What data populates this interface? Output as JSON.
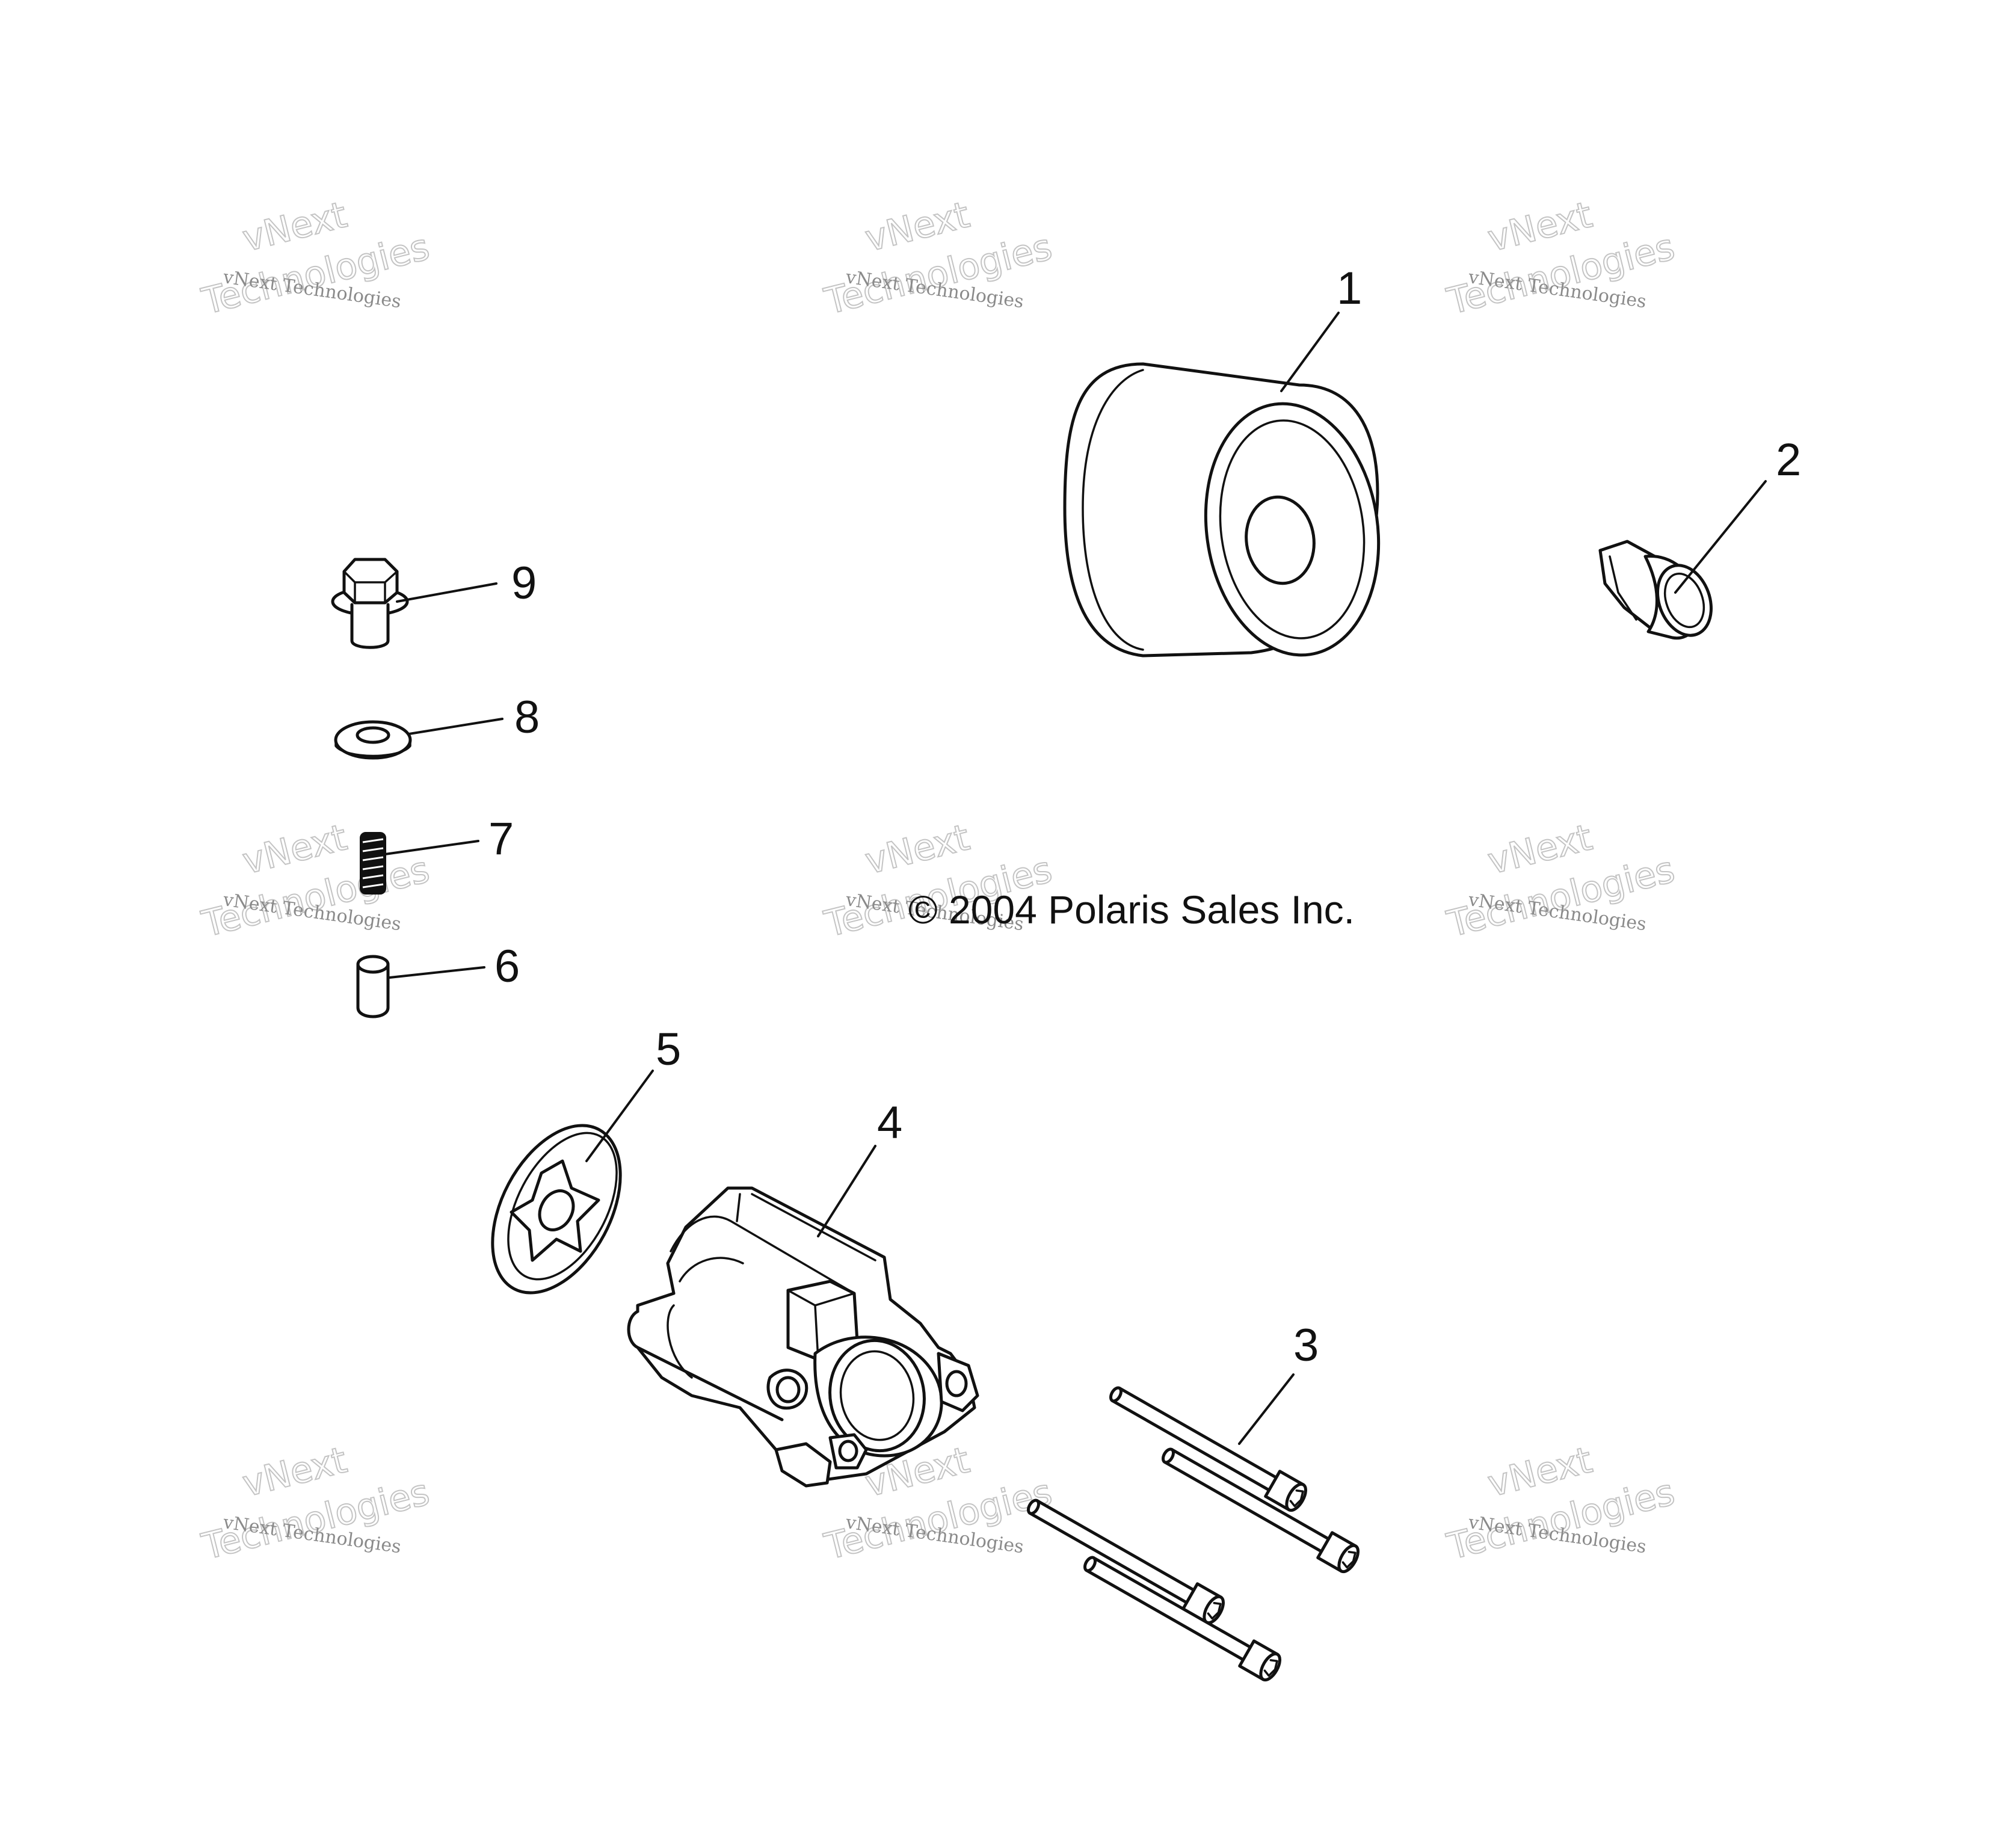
{
  "copyright": "© 2004 Polaris Sales Inc.",
  "watermark": {
    "line_small": "vNext Technologies",
    "line_top": "vNext",
    "line_bottom": "Technologies"
  },
  "callouts": [
    {
      "id": "1",
      "part": "oil-filter"
    },
    {
      "id": "2",
      "part": "filter-fitting"
    },
    {
      "id": "3",
      "part": "pump-bolts"
    },
    {
      "id": "4",
      "part": "oil-pump-housing"
    },
    {
      "id": "5",
      "part": "pump-rotor"
    },
    {
      "id": "6",
      "part": "dowel-pin"
    },
    {
      "id": "7",
      "part": "set-screw"
    },
    {
      "id": "8",
      "part": "washer"
    },
    {
      "id": "9",
      "part": "flange-bolt"
    }
  ],
  "colors": {
    "line": "#111111",
    "watermark": "#8a8a8a",
    "background": "#ffffff"
  }
}
